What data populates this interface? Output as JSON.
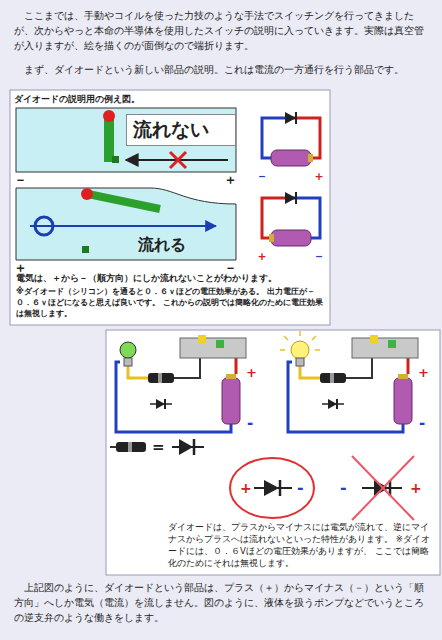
{
  "diagram": {
    "nodes": [
      {
        "text": [
          "ダイオードの説明用の例え図。",
          "電気は、＋から－（順方向）にしか流れないことがわかります。",
          "※ダイオード（シリコン）を通ると０．６ｖほどの電圧効果がある。 出力電圧が－０．６ｖほどになると思えば良いです。 これからの説明では簡略化のために電圧効果は無視します。"
        ]
      },
      {
        "text": [
          "流れない"
        ],
        "in": 0
      },
      {
        "text": [
          "流れる"
        ],
        "in": 0
      },
      {
        "text": [
          "ダイオードは、プラスからマイナスには電気が流れて、逆にマイナスからプラスへは流れないといった特性があります。 ※ダイオードには、０．６Vほどの電圧効果がありますが、 ここでは簡略化のためにそれは無視します。"
        ]
      }
    ],
    "labels": [
      "ここまでは、手動やコイルを使った力技のような手法でスイッチングを行ってきましたが、次からやっと本命の半導体を使用したスイッチの説明に入っていきます。実際は真空管が入りますが、絵を描くのが面倒なので端折ります。",
      "まず、ダイオードという新しい部品の説明。これは電流の一方通行を行う部品です。",
      "－",
      "＋",
      "＋",
      "－",
      "－",
      "＋",
      "＋",
      "－",
      "+",
      "-",
      "+",
      "-",
      "=",
      "+",
      "-",
      "-",
      "+",
      "上記図のように、ダイオードという部品は、プラス（＋）からマイナス（－）という「順方向」へしか電気（電流）を流しません。図のように、液体を扱うポンプなどでいうところの逆支弁のような働きをします。"
    ]
  }
}
